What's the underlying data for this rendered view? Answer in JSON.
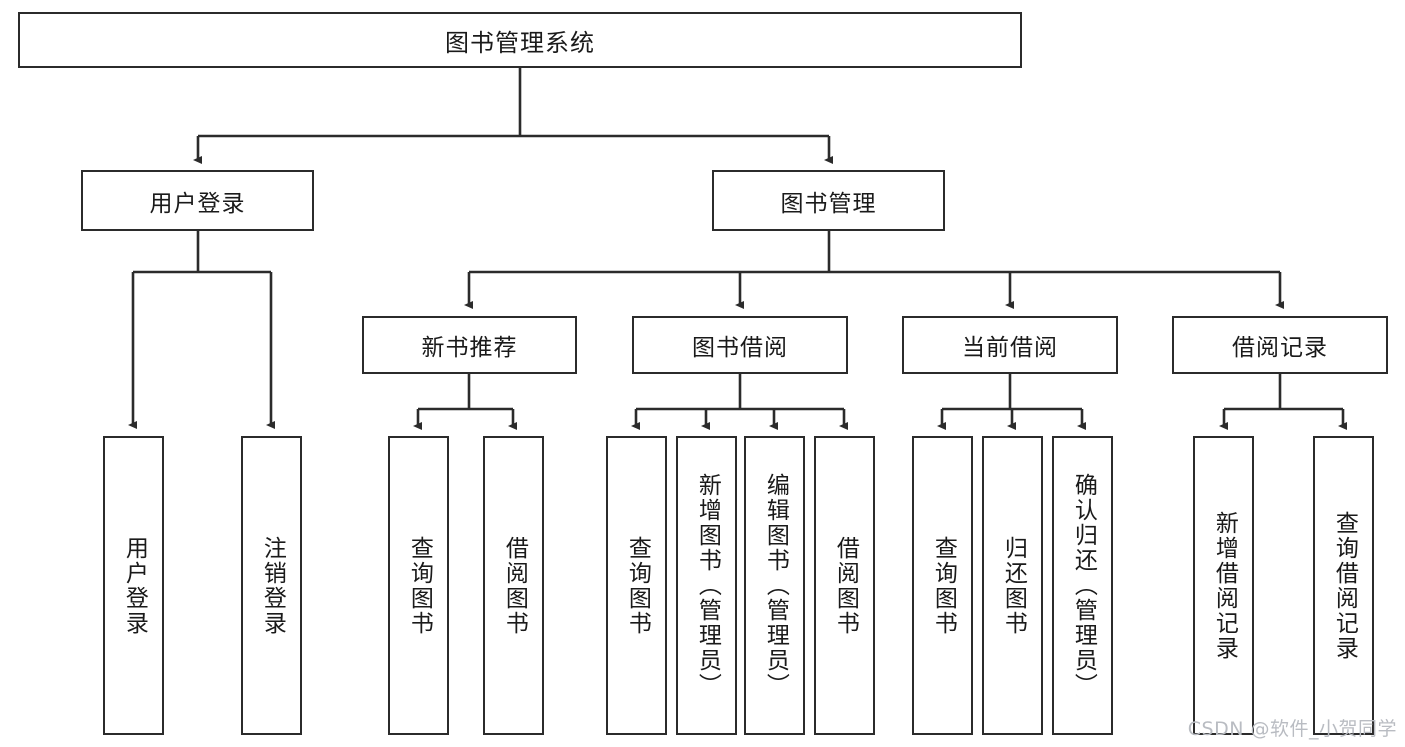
{
  "diagram": {
    "title": "图书管理系统",
    "type": "tree-hierarchy",
    "root": {
      "label": "图书管理系统"
    },
    "level1": [
      {
        "label": "用户登录"
      },
      {
        "label": "图书管理"
      }
    ],
    "level2": [
      {
        "label": "新书推荐"
      },
      {
        "label": "图书借阅"
      },
      {
        "label": "当前借阅"
      },
      {
        "label": "借阅记录"
      }
    ],
    "leaves": {
      "user_login": [
        {
          "label": "用户登录"
        },
        {
          "label": "注销登录"
        }
      ],
      "new_book_recommend": [
        {
          "label": "查询图书"
        },
        {
          "label": "借阅图书"
        }
      ],
      "book_borrow": [
        {
          "label": "查询图书"
        },
        {
          "label": "新增图书（管理员）"
        },
        {
          "label": "编辑图书（管理员）"
        },
        {
          "label": "借阅图书"
        }
      ],
      "current_borrow": [
        {
          "label": "查询图书"
        },
        {
          "label": "归还图书"
        },
        {
          "label": "确认归还（管理员）"
        }
      ],
      "borrow_record": [
        {
          "label": "新增借阅记录"
        },
        {
          "label": "查询借阅记录"
        }
      ]
    }
  },
  "watermark": {
    "text": "CSDN @软件_小贺同学"
  },
  "colors": {
    "stroke": "#2b2b2b",
    "background": "#ffffff",
    "text": "#1a1a1a",
    "watermark": "#b9bcc2"
  }
}
